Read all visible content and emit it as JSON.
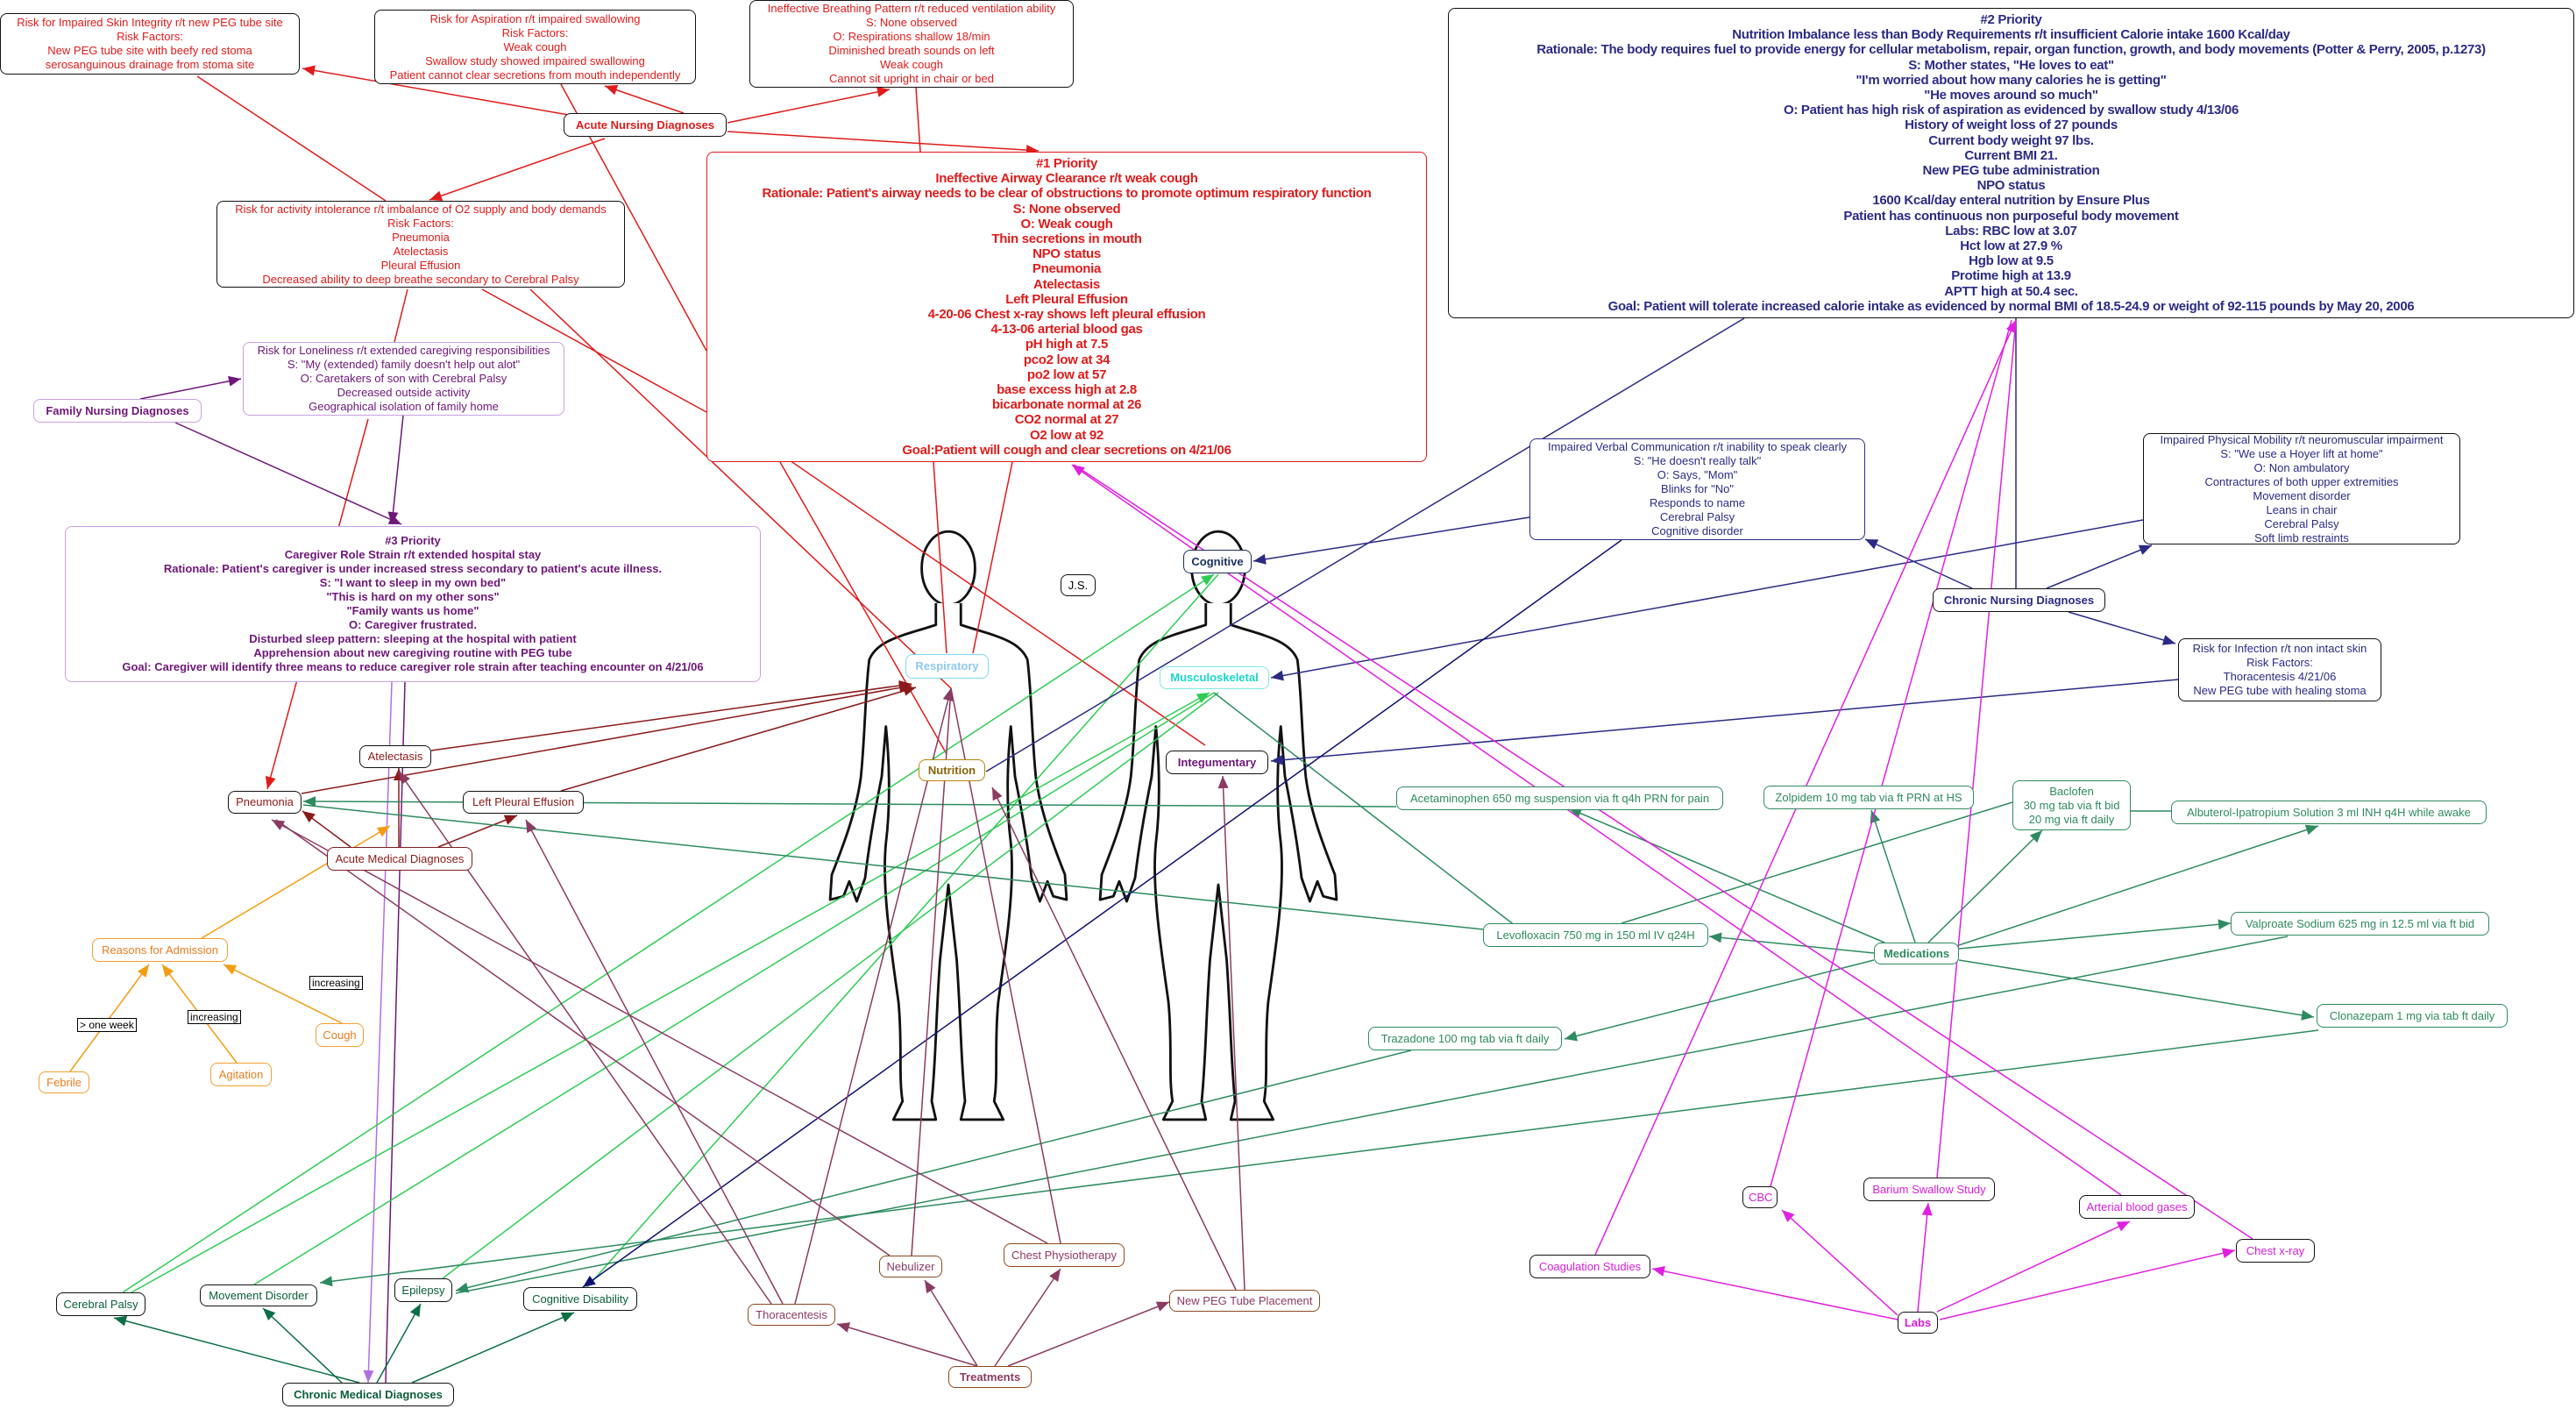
{
  "acute_nursing": {
    "hub": "Acute Nursing Diagnoses",
    "skin_integrity": [
      "Risk for Impaired Skin Integrity r/t new PEG tube site",
      "Risk Factors:",
      "New PEG tube site with beefy red stoma",
      "serosanguinous drainage from stoma site"
    ],
    "aspiration": [
      "Risk for Aspiration r/t impaired swallowing",
      "Risk Factors:",
      "Weak cough",
      "Swallow study showed impaired swallowing",
      "Patient cannot clear secretions from mouth independently"
    ],
    "breathing": [
      "Ineffective Breathing Pattern r/t reduced ventilation ability",
      "S: None observed",
      "O: Respirations shallow 18/min",
      "Diminished breath sounds on left",
      "Weak cough",
      "Cannot sit upright in chair or bed"
    ],
    "activity": [
      "Risk for activity intolerance r/t imbalance of O2 supply and body demands",
      "Risk Factors:",
      "Pneumonia",
      "Atelectasis",
      "Pleural Effusion",
      "Decreased ability to deep breathe secondary to Cerebral Palsy"
    ],
    "priority1": [
      "#1 Priority",
      "Ineffective Airway Clearance r/t weak cough",
      "Rationale: Patient's airway needs to be clear of obstructions to promote optimum respiratory function",
      "S: None observed",
      "O: Weak cough",
      "Thin secretions in mouth",
      "NPO status",
      "Pneumonia",
      "Atelectasis",
      "Left Pleural Effusion",
      "4-20-06 Chest x-ray shows left pleural effusion",
      "4-13-06 arterial blood gas",
      "pH high at 7.5",
      "pco2 low at 34",
      "po2 low at 57",
      "base excess high at 2.8",
      "bicarbonate normal at 26",
      "CO2 normal at 27",
      "O2 low at 92",
      "Goal:Patient will cough and clear secretions on 4/21/06"
    ]
  },
  "priority2": [
    "#2 Priority",
    "Nutrition Imbalance less than Body Requirements r/t insufficient Calorie intake 1600 Kcal/day",
    "Rationale: The body requires fuel to provide energy for cellular metabolism, repair, organ function, growth, and body movements (Potter & Perry, 2005, p.1273)",
    "S: Mother states, \"He loves to eat\"",
    "\"I'm worried about how many calories he is getting\"",
    "\"He moves around so much\"",
    "O: Patient has high risk of aspiration as evidenced by swallow study 4/13/06",
    "History of weight loss of 27 pounds",
    "Current body weight 97 lbs.",
    "Current BMI 21.",
    "New PEG tube administration",
    "NPO status",
    "1600 Kcal/day enteral nutrition by Ensure Plus",
    "Patient has continuous non purposeful body movement",
    "Labs: RBC low at 3.07",
    "Hct low at 27.9 %",
    "Hgb low at 9.5",
    "Protime high at 13.9",
    "APTT high at 50.4 sec.",
    "Goal: Patient will tolerate increased calorie intake as evidenced by normal BMI of 18.5-24.9 or weight of 92-115 pounds by May 20, 2006"
  ],
  "family": {
    "hub": "Family Nursing Diagnoses",
    "loneliness": [
      "Risk for Loneliness r/t extended caregiving responsibilities",
      "S: \"My (extended) family doesn't help out alot\"",
      "O: Caretakers of son with Cerebral Palsy",
      "Decreased outside activity",
      "Geographical isolation of family home"
    ],
    "priority3": [
      "#3 Priority",
      "Caregiver Role Strain r/t extended hospital stay",
      "Rationale: Patient's caregiver is under increased stress secondary to patient's acute illness.",
      "S: \"I want to sleep in my own bed\"",
      "\"This is hard on my other sons\"",
      "\"Family wants us home\"",
      "O: Caregiver frustrated.",
      "Disturbed sleep pattern: sleeping at the hospital with patient",
      "Apprehension about new caregiving routine with PEG tube",
      "Goal: Caregiver will identify three means to reduce caregiver role strain after teaching encounter on 4/21/06"
    ]
  },
  "acute_medical": {
    "hub": "Acute Medical Diagnoses",
    "atelectasis": "Atelectasis",
    "pneumonia": "Pneumonia",
    "left_pleural": "Left Pleural Effusion"
  },
  "admission": {
    "hub": "Reasons for Admission",
    "febrile": "Febrile",
    "agitation": "Agitation",
    "cough": "Cough",
    "label_febrile": "> one week",
    "label_agitation": "increasing",
    "label_cough": "increasing"
  },
  "body": {
    "patient": "J.S.",
    "respiratory": "Respiratory",
    "nutrition": "Nutrition",
    "cognitive": "Cognitive",
    "musculoskeletal": "Musculoskeletal",
    "integumentary": "Integumentary"
  },
  "chronic_nursing": {
    "hub": "Chronic Nursing Diagnoses",
    "verbal": [
      "Impaired Verbal Communication r/t inability to speak clearly",
      "S: \"He doesn't really talk\"",
      "O: Says, \"Mom\"",
      "Blinks for \"No\"",
      "Responds to name",
      "Cerebral Palsy",
      "Cognitive disorder"
    ],
    "mobility": [
      "Impaired Physical Mobility r/t neuromuscular impairment",
      "S: \"We use a Hoyer lift at home\"",
      "O: Non ambulatory",
      "Contractures of both upper extremities",
      "Movement disorder",
      "Leans in chair",
      "Cerebral Palsy",
      "Soft limb restraints"
    ],
    "infection": [
      "Risk for Infection r/t non intact skin",
      "Risk Factors:",
      "Thoracentesis 4/21/06",
      "New PEG tube with healing stoma"
    ]
  },
  "medications": {
    "hub": "Medications",
    "acetaminophen": "Acetaminophen 650 mg suspension via ft q4h PRN for pain",
    "zolpidem": "Zolpidem 10 mg tab via ft PRN at HS",
    "baclofen": [
      "Baclofen",
      "30 mg tab via ft bid",
      "20 mg via ft daily"
    ],
    "albuterol": "Albuterol-Ipatropium Solution 3 ml INH q4H while awake",
    "levofloxacin": "Levofloxacin 750 mg in 150 ml IV q24H",
    "valproate": "Valproate Sodium 625 mg in 12.5 ml via ft bid",
    "trazadone": "Trazadone 100 mg tab via ft daily",
    "clonazepam": "Clonazepam 1 mg via tab ft daily"
  },
  "labs": {
    "hub": "Labs",
    "coag": "Coagulation Studies",
    "cbc": "CBC",
    "barium": "Barium Swallow Study",
    "abg": "Arterial blood gases",
    "chest_xray": "Chest x-ray"
  },
  "chronic_medical": {
    "hub": "Chronic Medical Diagnoses",
    "cerebral_palsy": "Cerebral Palsy",
    "movement": "Movement Disorder",
    "epilepsy": "Epilepsy",
    "cognitive_disability": "Cognitive Disability"
  },
  "treatments": {
    "hub": "Treatments",
    "thoracentesis": "Thoracentesis",
    "nebulizer": "Nebulizer",
    "chest_physio": "Chest Physiotherapy",
    "new_peg": "New PEG Tube Placement"
  },
  "colors": {
    "acute_nursing": "#e01b1b",
    "priority2": "#2b2b85",
    "family": "#6e1778",
    "acute_medical": "#8b1a1a",
    "admission": "#f39c12",
    "medications": "#2e8b5f",
    "chronic_medical_links": "#2ecc55",
    "labs": "#e020e0",
    "treatments": "#8b3a62"
  }
}
